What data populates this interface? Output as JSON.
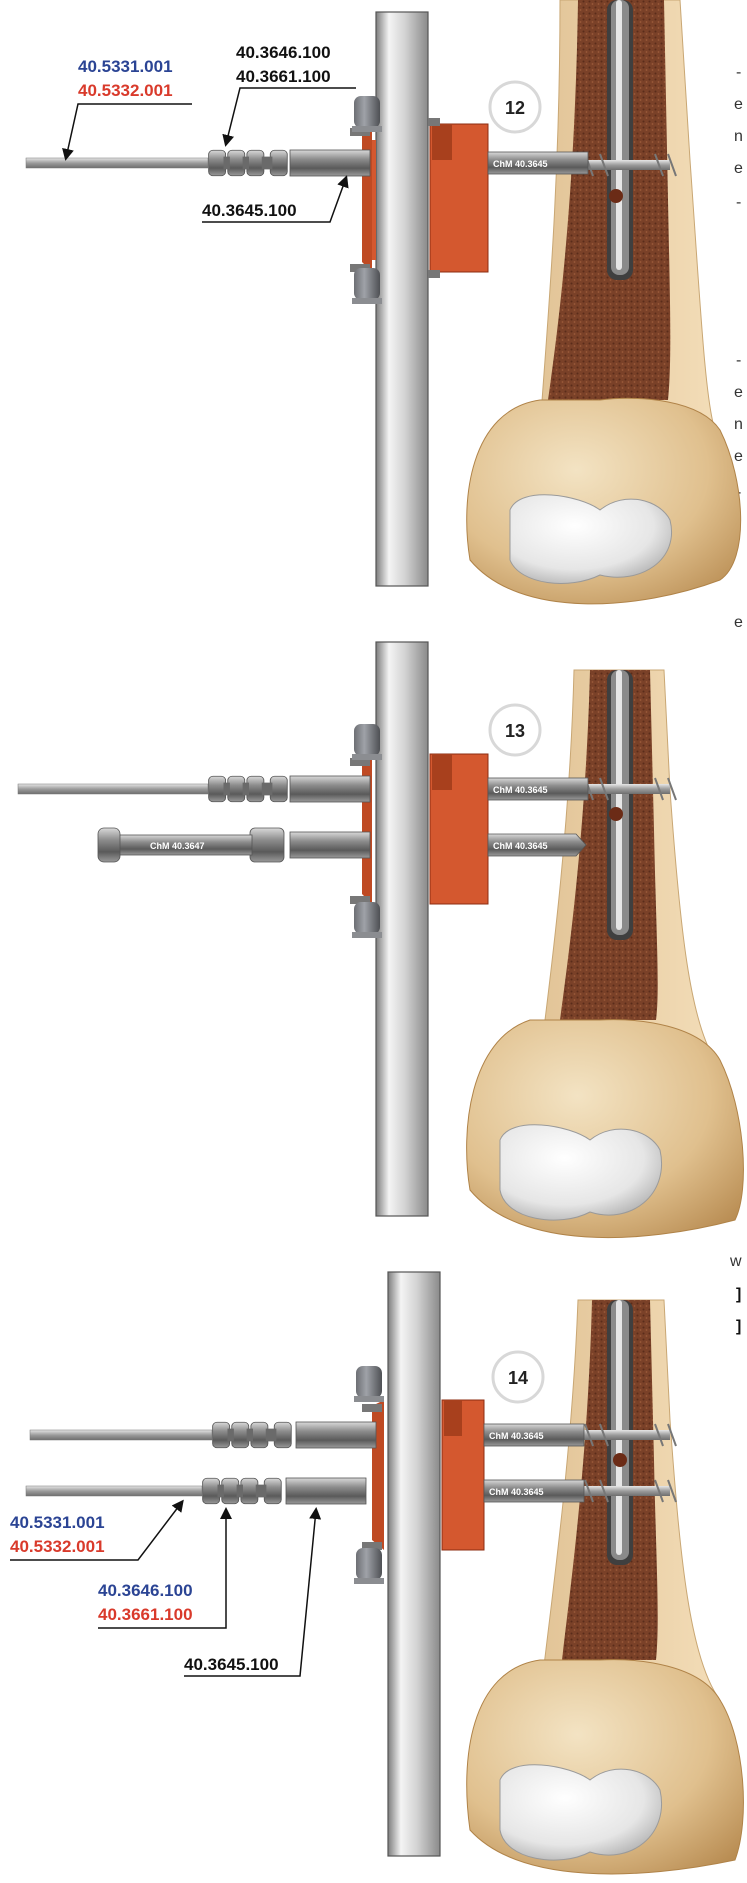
{
  "colors": {
    "blue_label": "#2b4494",
    "red_label": "#d93a2b",
    "black_label": "#111111",
    "clamp_orange": "#d4582f",
    "bone_marrow": "#7a4128",
    "bone_condyle": "#e8d3a8"
  },
  "edge_fragments": [
    "-",
    "e",
    "n",
    "e",
    "-",
    "-",
    "e",
    "n",
    "e",
    "-",
    "e",
    "w",
    "]",
    "]"
  ],
  "panel12": {
    "step": "12",
    "pin_blue": "40.5331.001",
    "pin_red": "40.5332.001",
    "nut_upper": "40.3646.100",
    "nut_lower": "40.3661.100",
    "sleeve": "40.3645.100",
    "sleeve_engrave": "ChM 40.3645"
  },
  "panel13": {
    "step": "13",
    "sleeve_engrave_upper": "ChM 40.3645",
    "sleeve_engrave_lower": "ChM 40.3645",
    "trocar_engrave": "ChM 40.3647"
  },
  "panel14": {
    "step": "14",
    "sleeve_engrave_upper": "ChM 40.3645",
    "sleeve_engrave_lower": "ChM 40.3645",
    "pin_blue": "40.5331.001",
    "pin_red": "40.5332.001",
    "nut_blue": "40.3646.100",
    "nut_red": "40.3661.100",
    "sleeve": "40.3645.100"
  }
}
